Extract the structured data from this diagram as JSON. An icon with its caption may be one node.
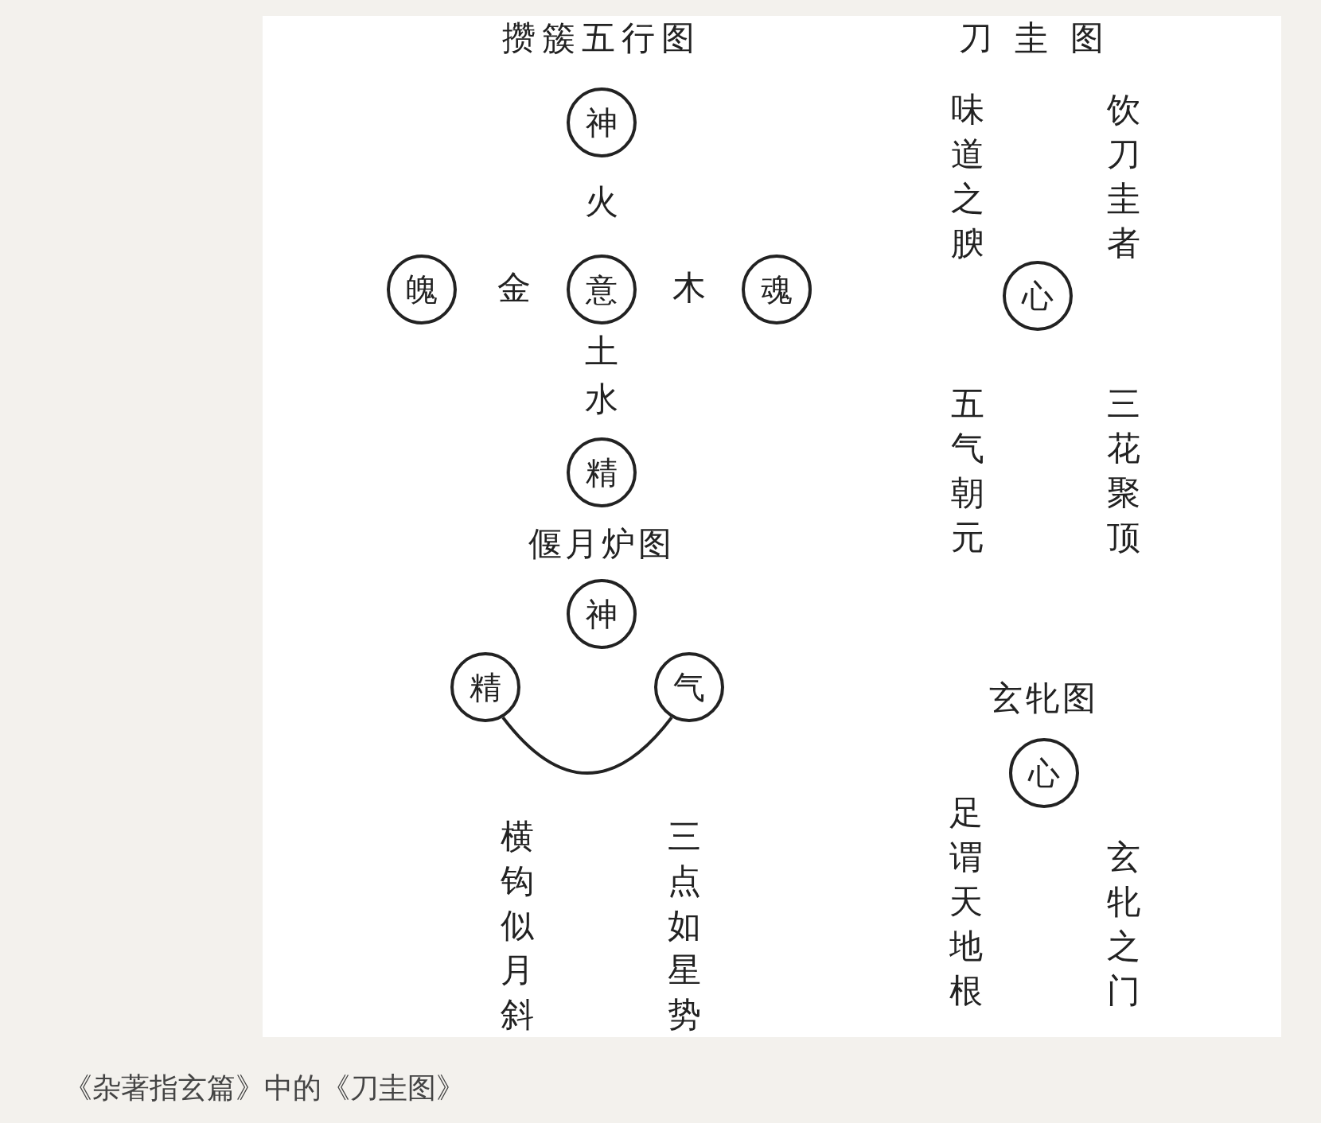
{
  "diagram": {
    "caption": "《杂著指玄篇》中的《刀圭图》",
    "nodes": [
      {
        "text": [
          "神"
        ]
      },
      {
        "text": [
          "魄"
        ]
      },
      {
        "text": [
          "意"
        ]
      },
      {
        "text": [
          "魂"
        ]
      },
      {
        "text": [
          "精"
        ]
      },
      {
        "text": [
          "神"
        ]
      },
      {
        "text": [
          "精"
        ]
      },
      {
        "text": [
          "气"
        ]
      },
      {
        "text": [
          "心"
        ]
      },
      {
        "text": [
          "心"
        ]
      }
    ],
    "edges": [
      {
        "from": 6,
        "to": 7,
        "arrow": "none"
      }
    ],
    "labels": [
      "攒簇五行图",
      "刀圭图",
      "味道之腴",
      "饮刀圭者",
      "火",
      "金",
      "木",
      "土",
      "水",
      "五气朝元",
      "三花聚顶",
      "偃月炉图",
      "玄牝图",
      "横钩似月斜",
      "三点如星势",
      "足谓天地根",
      "玄牝之门"
    ]
  }
}
